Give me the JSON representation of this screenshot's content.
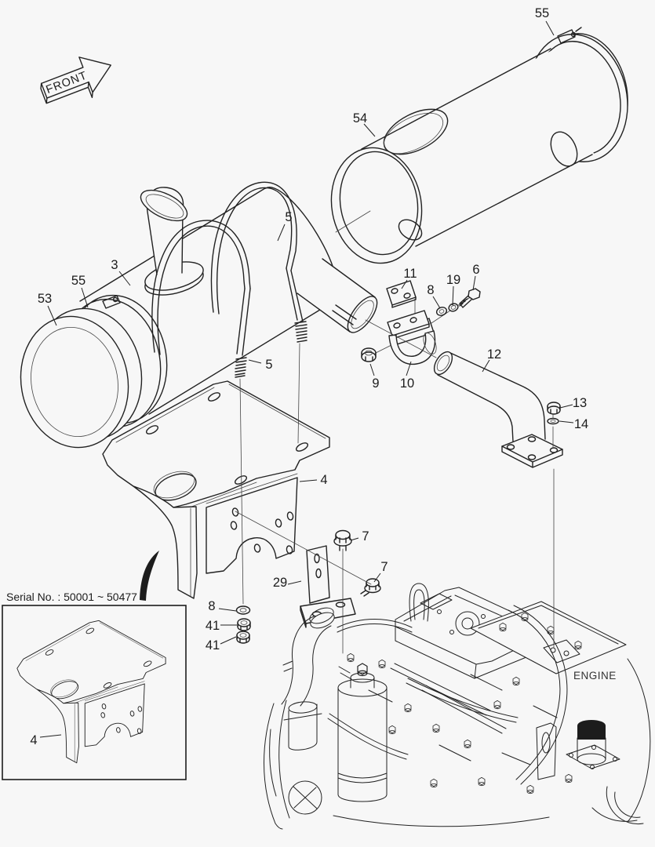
{
  "colors": {
    "background": "#f7f7f7",
    "ink": "#1c1c1c"
  },
  "front_arrow": {
    "label": "FRONT"
  },
  "engine": {
    "label": "ENGINE"
  },
  "inset": {
    "serial_label": "Serial No. : 50001 ~ 50477"
  },
  "callouts": [
    {
      "id": "55-cover-clamp",
      "label": "55"
    },
    {
      "id": "54-cover",
      "label": "54"
    },
    {
      "id": "5-ubolt-upper",
      "label": "5"
    },
    {
      "id": "3-muffler",
      "label": "3"
    },
    {
      "id": "55-cap-clamp",
      "label": "55"
    },
    {
      "id": "53-end-cap",
      "label": "53"
    },
    {
      "id": "11-plate",
      "label": "11"
    },
    {
      "id": "8-washer",
      "label": "8"
    },
    {
      "id": "19-lock-washer",
      "label": "19"
    },
    {
      "id": "6-bolt",
      "label": "6"
    },
    {
      "id": "5-ubolt-lower",
      "label": "5"
    },
    {
      "id": "9-nut",
      "label": "9"
    },
    {
      "id": "10-clamp",
      "label": "10"
    },
    {
      "id": "12-elbow-pipe",
      "label": "12"
    },
    {
      "id": "13-nut",
      "label": "13"
    },
    {
      "id": "14-washer",
      "label": "14"
    },
    {
      "id": "4-bracket",
      "label": "4"
    },
    {
      "id": "7-bolt-upper",
      "label": "7"
    },
    {
      "id": "7-bolt-lower",
      "label": "7"
    },
    {
      "id": "29-l-bracket",
      "label": "29"
    },
    {
      "id": "8-washer-lower",
      "label": "8"
    },
    {
      "id": "41-nut-1",
      "label": "41"
    },
    {
      "id": "41-nut-2",
      "label": "41"
    },
    {
      "id": "4-bracket-inset",
      "label": "4"
    }
  ]
}
